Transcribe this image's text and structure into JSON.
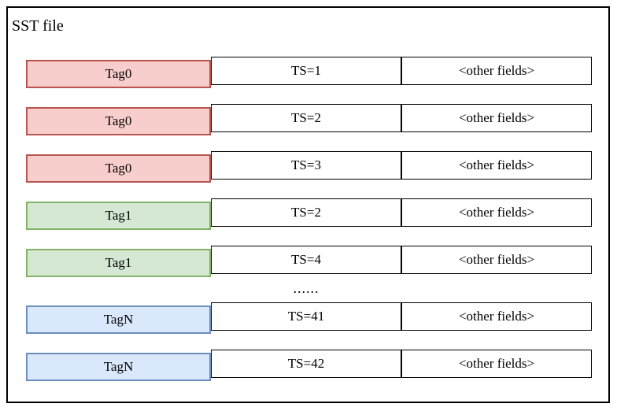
{
  "diagram": {
    "title": "SST file",
    "ellipsis": "......",
    "colors": {
      "tag0_fill": "#f8cecc",
      "tag0_border": "#b85450",
      "tag1_fill": "#d5e8d4",
      "tag1_border": "#82b366",
      "tagN_fill": "#dae8fc",
      "tagN_border": "#6c8ebf",
      "frame_border": "#000000",
      "cell_border": "#000000"
    },
    "rows": [
      {
        "tag": "Tag0",
        "ts": "TS=1",
        "other": "<other fields>",
        "color": "red"
      },
      {
        "tag": "Tag0",
        "ts": "TS=2",
        "other": "<other fields>",
        "color": "red"
      },
      {
        "tag": "Tag0",
        "ts": "TS=3",
        "other": "<other fields>",
        "color": "red"
      },
      {
        "tag": "Tag1",
        "ts": "TS=2",
        "other": "<other fields>",
        "color": "green"
      },
      {
        "tag": "Tag1",
        "ts": "TS=4",
        "other": "<other fields>",
        "color": "green"
      },
      {
        "tag": "TagN",
        "ts": "TS=41",
        "other": "<other fields>",
        "color": "blue"
      },
      {
        "tag": "TagN",
        "ts": "TS=42",
        "other": "<other fields>",
        "color": "blue"
      }
    ]
  }
}
